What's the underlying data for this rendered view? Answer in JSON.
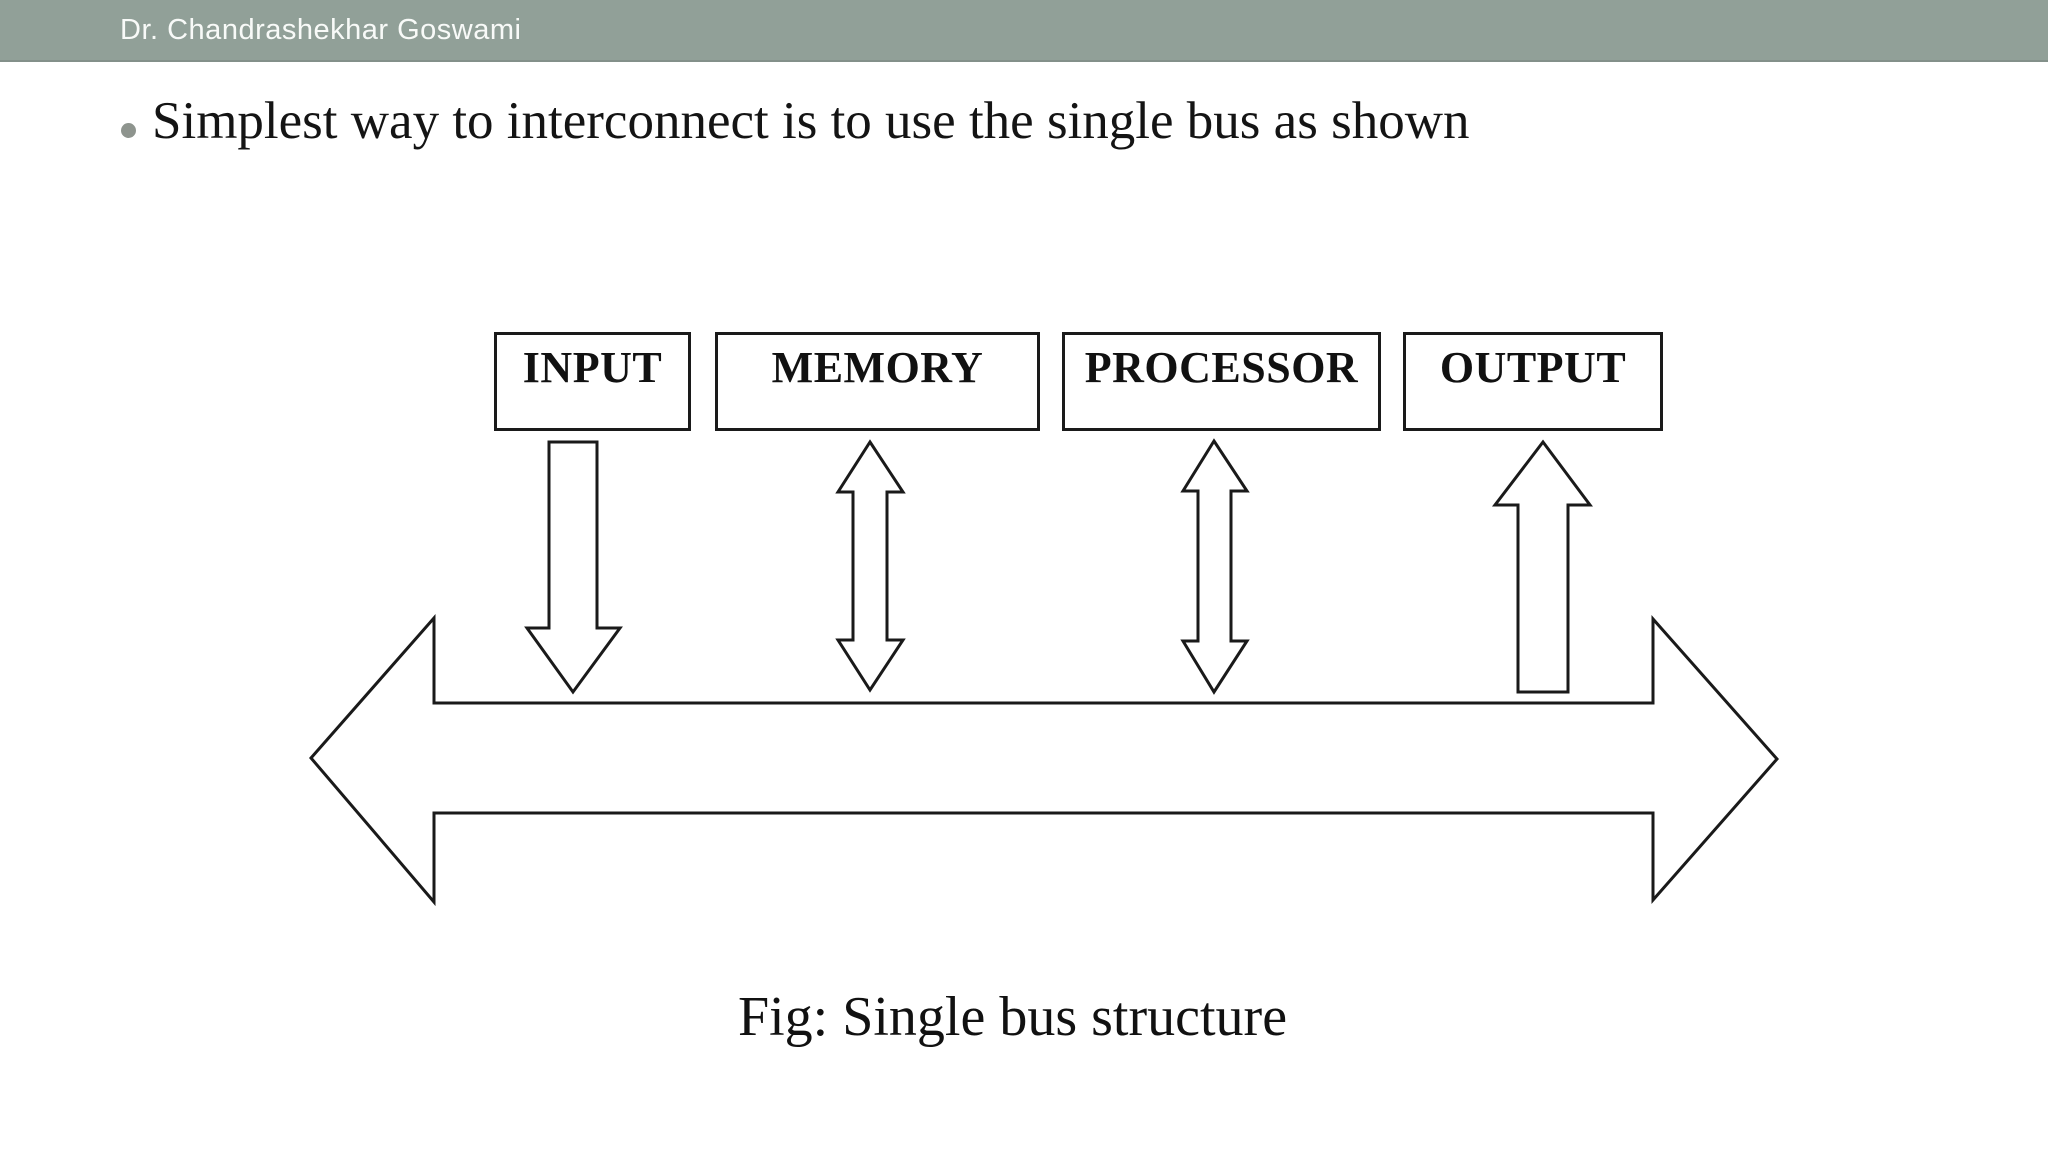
{
  "header": {
    "author": "Dr. Chandrashekhar Goswami",
    "bar_color": "#91a098",
    "text_color": "#f8faf8"
  },
  "slide": {
    "heading": "Simplest way to interconnect is to use the single bus as shown",
    "caption": "Fig: Single bus structure"
  },
  "diagram": {
    "type": "block-diagram",
    "subject": "Single bus structure",
    "boxes": [
      {
        "label": "INPUT",
        "bus_connection": "to-bus",
        "arrow": "down"
      },
      {
        "label": "MEMORY",
        "bus_connection": "bidirectional",
        "arrow": "up-down"
      },
      {
        "label": "PROCESSOR",
        "bus_connection": "bidirectional",
        "arrow": "up-down"
      },
      {
        "label": "OUTPUT",
        "bus_connection": "from-bus",
        "arrow": "up"
      }
    ],
    "bus": {
      "style": "horizontal double-headed block arrow",
      "direction": "left-right"
    },
    "stroke_color": "#1a1a1a",
    "fill_color": "#ffffff"
  },
  "colors": {
    "bullet": "#8e948e",
    "heading_text": "#141414",
    "background": "#ffffff"
  }
}
